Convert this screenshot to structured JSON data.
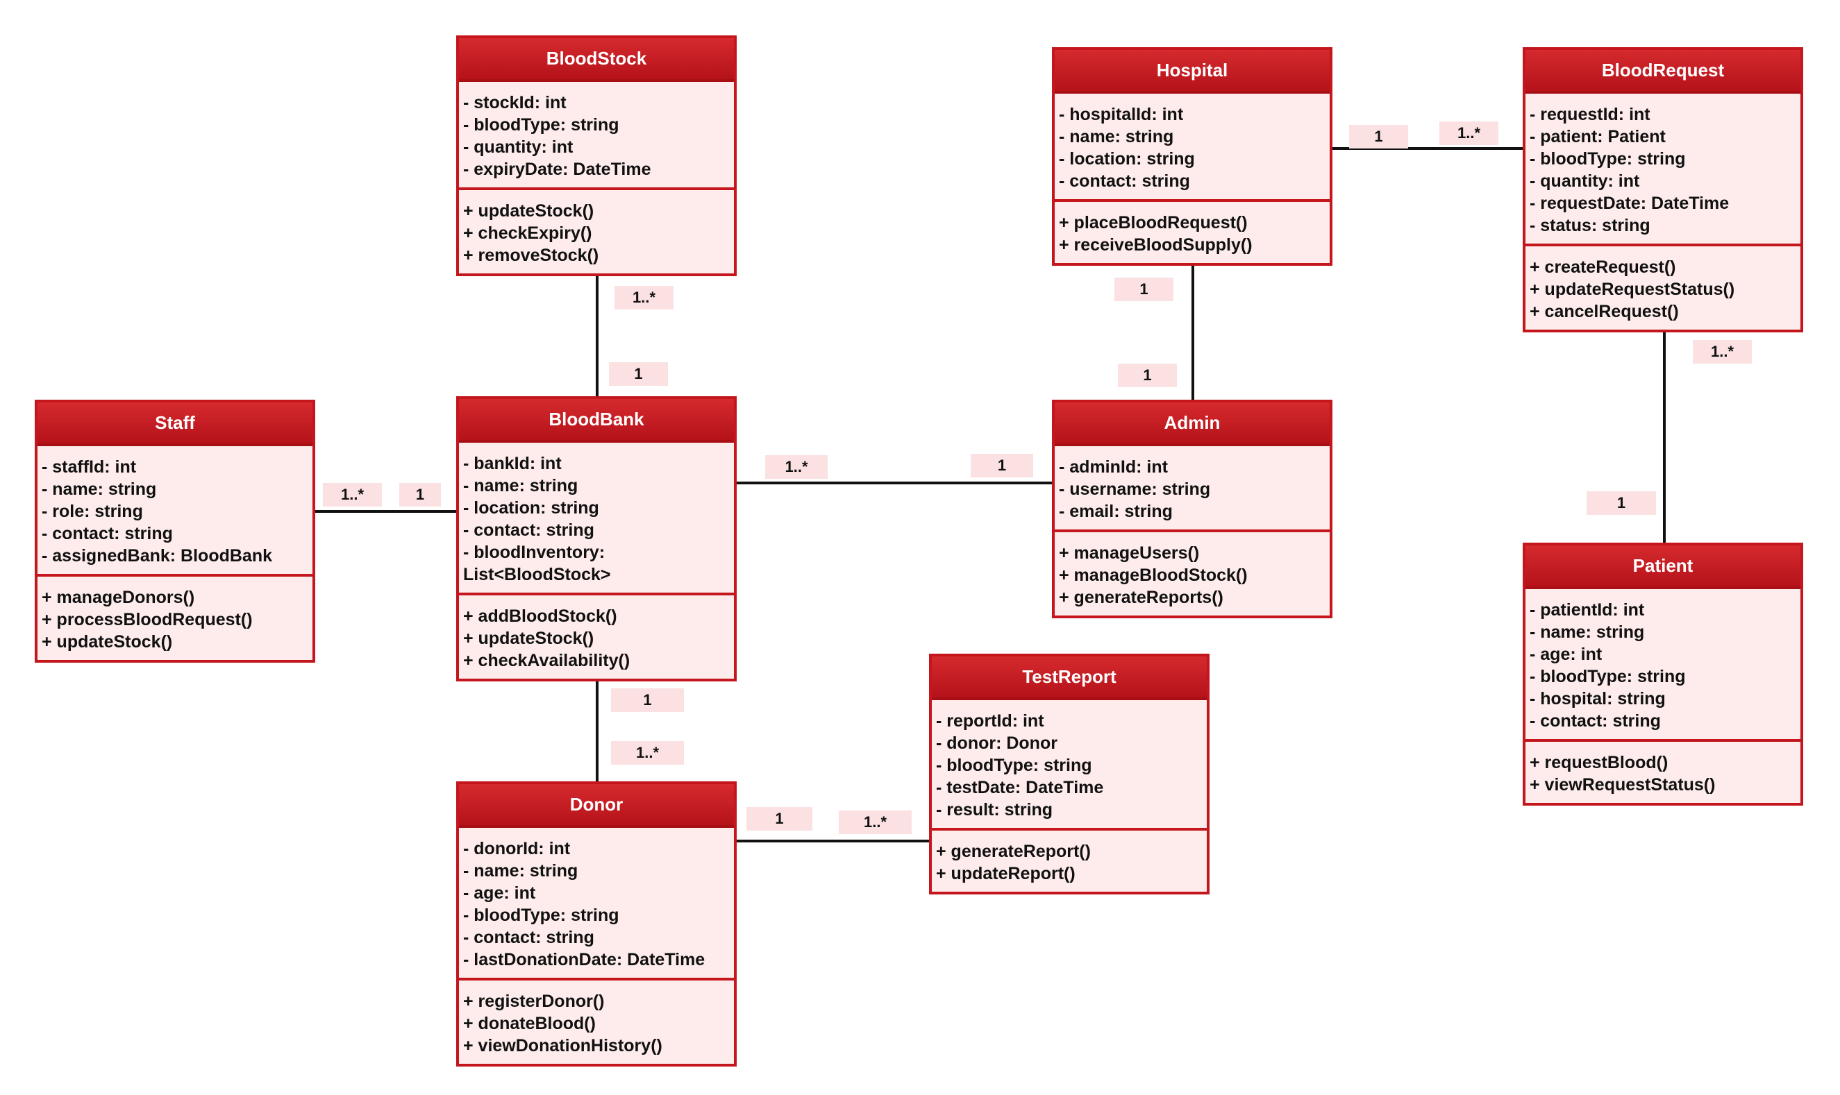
{
  "classes": {
    "bloodstock": {
      "title": "BloodStock",
      "attrs": [
        "- stockId: int",
        "- bloodType: string",
        "- quantity: int",
        "- expiryDate: DateTime"
      ],
      "methods": [
        "+ updateStock()",
        "+ checkExpiry()",
        "+ removeStock()"
      ]
    },
    "hospital": {
      "title": "Hospital",
      "attrs": [
        "- hospitalId: int",
        "- name: string",
        "- location: string",
        "- contact: string"
      ],
      "methods": [
        "+ placeBloodRequest()",
        "+ receiveBloodSupply()"
      ]
    },
    "bloodrequest": {
      "title": "BloodRequest",
      "attrs": [
        "- requestId: int",
        "- patient: Patient",
        "- bloodType: string",
        "- quantity: int",
        "- requestDate: DateTime",
        "- status: string"
      ],
      "methods": [
        "+ createRequest()",
        "+ updateRequestStatus()",
        "+ cancelRequest()"
      ]
    },
    "staff": {
      "title": "Staff",
      "attrs": [
        "- staffId: int",
        "- name: string",
        "- role: string",
        "- contact: string",
        "- assignedBank: BloodBank"
      ],
      "methods": [
        "+ manageDonors()",
        "+ processBloodRequest()",
        "+ updateStock()"
      ]
    },
    "bloodbank": {
      "title": "BloodBank",
      "attrs": [
        "- bankId: int",
        "- name: string",
        "- location: string",
        "- contact: string",
        "- bloodInventory:",
        "List<BloodStock>"
      ],
      "methods": [
        "+ addBloodStock()",
        "+ updateStock()",
        "+ checkAvailability()"
      ]
    },
    "admin": {
      "title": "Admin",
      "attrs": [
        "- adminId: int",
        "- username: string",
        "- email: string"
      ],
      "methods": [
        "+ manageUsers()",
        "+ manageBloodStock()",
        "+ generateReports()"
      ]
    },
    "patient": {
      "title": "Patient",
      "attrs": [
        "- patientId: int",
        "- name: string",
        "- age: int",
        "- bloodType: string",
        "- hospital: string",
        "- contact: string"
      ],
      "methods": [
        "+ requestBlood()",
        "+ viewRequestStatus()"
      ]
    },
    "testreport": {
      "title": "TestReport",
      "attrs": [
        "- reportId: int",
        "- donor: Donor",
        "- bloodType: string",
        "- testDate: DateTime",
        "- result: string"
      ],
      "methods": [
        "+ generateReport()",
        "+ updateReport()"
      ]
    },
    "donor": {
      "title": "Donor",
      "attrs": [
        "- donorId: int",
        "- name: string",
        "- age: int",
        "- bloodType: string",
        "- contact: string",
        "- lastDonationDate: DateTime"
      ],
      "methods": [
        "+ registerDonor()",
        "+ donateBlood()",
        "+ viewDonationHistory()"
      ]
    }
  },
  "associations": [
    {
      "from": "bloodstock",
      "to": "bloodbank",
      "from_mult": "1..*",
      "to_mult": "1"
    },
    {
      "from": "hospital",
      "to": "bloodrequest",
      "from_mult": "1",
      "to_mult": "1..*"
    },
    {
      "from": "hospital",
      "to": "admin",
      "from_mult": "1",
      "to_mult": "1"
    },
    {
      "from": "bloodrequest",
      "to": "patient",
      "from_mult": "1..*",
      "to_mult": "1"
    },
    {
      "from": "staff",
      "to": "bloodbank",
      "from_mult": "1..*",
      "to_mult": "1"
    },
    {
      "from": "bloodbank",
      "to": "admin",
      "from_mult": "1..*",
      "to_mult": "1"
    },
    {
      "from": "bloodbank",
      "to": "donor",
      "from_mult": "1",
      "to_mult": "1..*"
    },
    {
      "from": "donor",
      "to": "testreport",
      "from_mult": "1",
      "to_mult": "1..*"
    }
  ],
  "colors": {
    "header": "#c4161c",
    "body": "#fdeceb",
    "line": "#111111",
    "label_bg": "#fbe1e1"
  }
}
